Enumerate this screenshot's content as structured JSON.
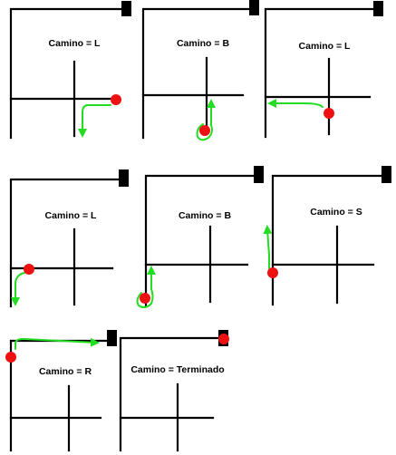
{
  "colors": {
    "line": "#000000",
    "path": "#22dd22",
    "robot": "#ee1111",
    "marker": "#000000"
  },
  "panels": [
    {
      "label": "Camino = L"
    },
    {
      "label": "Camino = B"
    },
    {
      "label": "Camino = L"
    },
    {
      "label": "Camino = L"
    },
    {
      "label": "Camino = B"
    },
    {
      "label": "Camino = S"
    },
    {
      "label": "Camino = R"
    },
    {
      "label": "Camino = Terminado"
    }
  ]
}
